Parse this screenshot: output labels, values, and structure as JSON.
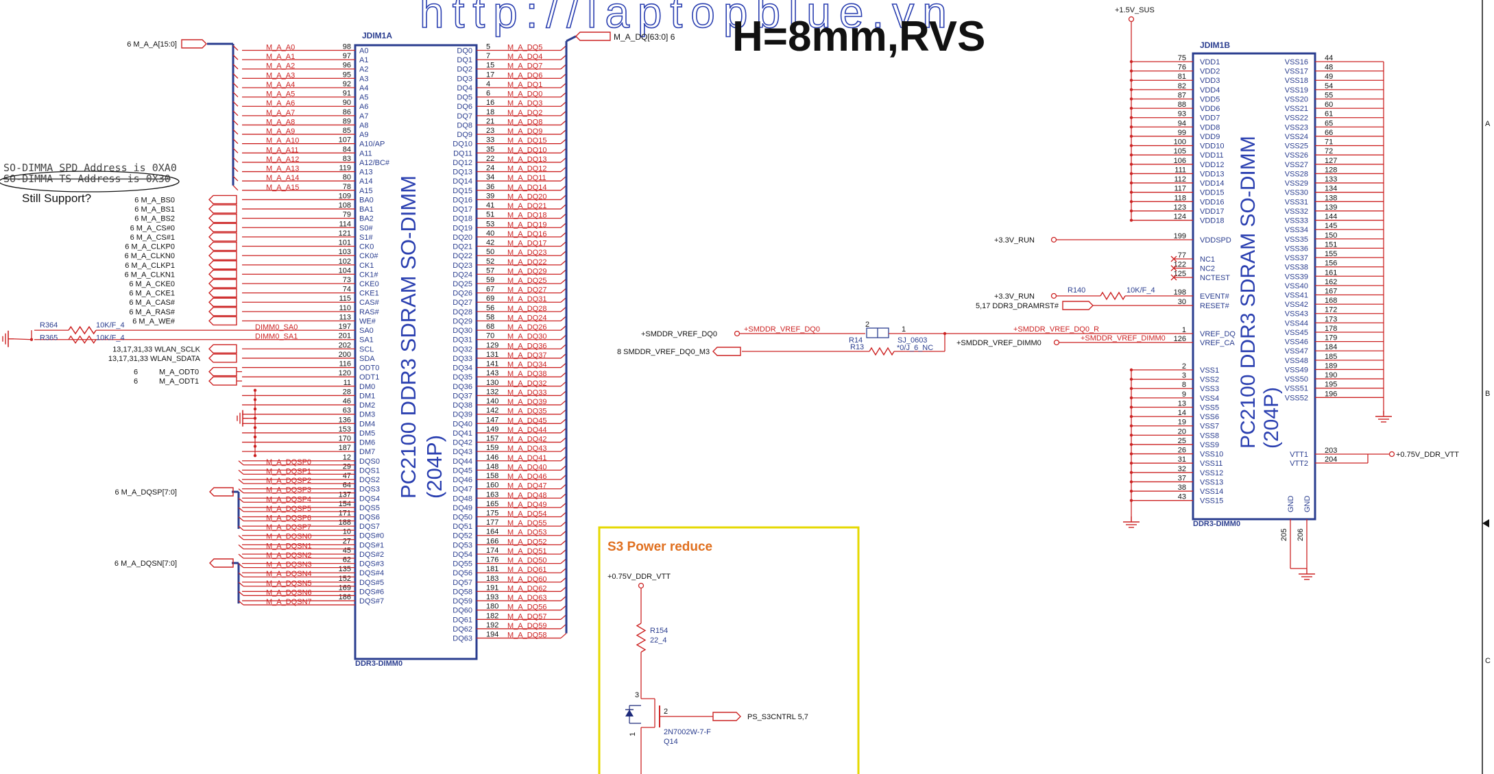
{
  "watermark": "http://laptopblue.vn",
  "heading": "H=8mm,RVS",
  "note": {
    "line1": "SO-DIMMA SPD Address is 0XA0",
    "line2": "SO-DIMMA TS Address is 0X30",
    "question": "Still Support?"
  },
  "colors": {
    "wire": "#cc2222",
    "ic": "#2a3d8f",
    "annotation": "#111111",
    "s3_border": "#e6d800",
    "s3_title": "#e07020"
  },
  "left_ic": {
    "ref": "JDIM1A",
    "footer": "DDR3-DIMM0",
    "title1": "PC2100 DDR3 SDRAM SO-DIMM",
    "title2": "(204P)",
    "addr_bus": "M_A_A[15:0]",
    "addr_bus_ref": "6",
    "dq_bus": "M_A_DQ[63:0]",
    "dq_bus_ref": "6",
    "dqsp_bus": "M_A_DQSP[7:0]",
    "dqsn_bus": "M_A_DQSN[7:0]",
    "left_pins": [
      {
        "pin": "98",
        "name": "A0",
        "net": "M_A_A0"
      },
      {
        "pin": "97",
        "name": "A1",
        "net": "M_A_A1"
      },
      {
        "pin": "96",
        "name": "A2",
        "net": "M_A_A2"
      },
      {
        "pin": "95",
        "name": "A3",
        "net": "M_A_A3"
      },
      {
        "pin": "92",
        "name": "A4",
        "net": "M_A_A4"
      },
      {
        "pin": "91",
        "name": "A5",
        "net": "M_A_A5"
      },
      {
        "pin": "90",
        "name": "A6",
        "net": "M_A_A6"
      },
      {
        "pin": "86",
        "name": "A7",
        "net": "M_A_A7"
      },
      {
        "pin": "89",
        "name": "A8",
        "net": "M_A_A8"
      },
      {
        "pin": "85",
        "name": "A9",
        "net": "M_A_A9"
      },
      {
        "pin": "107",
        "name": "A10/AP",
        "net": "M_A_A10"
      },
      {
        "pin": "84",
        "name": "A11",
        "net": "M_A_A11"
      },
      {
        "pin": "83",
        "name": "A12/BC#",
        "net": "M_A_A12"
      },
      {
        "pin": "119",
        "name": "A13",
        "net": "M_A_A13"
      },
      {
        "pin": "80",
        "name": "A14",
        "net": "M_A_A14"
      },
      {
        "pin": "78",
        "name": "A15",
        "net": "M_A_A15"
      },
      {
        "pin": "109",
        "name": "BA0",
        "net": "M_A_BS0",
        "ref": "6"
      },
      {
        "pin": "108",
        "name": "BA1",
        "net": "M_A_BS1",
        "ref": "6"
      },
      {
        "pin": "79",
        "name": "BA2",
        "net": "M_A_BS2",
        "ref": "6"
      },
      {
        "pin": "114",
        "name": "S0#",
        "net": "M_A_CS#0",
        "ref": "6"
      },
      {
        "pin": "121",
        "name": "S1#",
        "net": "M_A_CS#1",
        "ref": "6"
      },
      {
        "pin": "101",
        "name": "CK0",
        "net": "M_A_CLKP0",
        "ref": "6"
      },
      {
        "pin": "103",
        "name": "CK0#",
        "net": "M_A_CLKN0",
        "ref": "6"
      },
      {
        "pin": "102",
        "name": "CK1",
        "net": "M_A_CLKP1",
        "ref": "6"
      },
      {
        "pin": "104",
        "name": "CK1#",
        "net": "M_A_CLKN1",
        "ref": "6"
      },
      {
        "pin": "73",
        "name": "CKE0",
        "net": "M_A_CKE0",
        "ref": "6"
      },
      {
        "pin": "74",
        "name": "CKE1",
        "net": "M_A_CKE1",
        "ref": "6"
      },
      {
        "pin": "115",
        "name": "CAS#",
        "net": "M_A_CAS#",
        "ref": "6"
      },
      {
        "pin": "110",
        "name": "RAS#",
        "net": "M_A_RAS#",
        "ref": "6"
      },
      {
        "pin": "113",
        "name": "WE#",
        "net": "M_A_WE#",
        "ref": "6"
      },
      {
        "pin": "197",
        "name": "SA0",
        "net": "DIMM0_SA0"
      },
      {
        "pin": "201",
        "name": "SA1",
        "net": "DIMM0_SA1"
      },
      {
        "pin": "202",
        "name": "SCL",
        "net": "WLAN_SCLK",
        "ref": "13,17,31,33"
      },
      {
        "pin": "200",
        "name": "SDA",
        "net": "WLAN_SDATA",
        "ref": "13,17,31,33"
      },
      {
        "pin": "116",
        "name": "ODT0",
        "net": "M_A_ODT0",
        "ref": "6"
      },
      {
        "pin": "120",
        "name": "ODT1",
        "net": "M_A_ODT1",
        "ref": "6"
      },
      {
        "pin": "11",
        "name": "DM0"
      },
      {
        "pin": "28",
        "name": "DM1"
      },
      {
        "pin": "46",
        "name": "DM2"
      },
      {
        "pin": "63",
        "name": "DM3"
      },
      {
        "pin": "136",
        "name": "DM4"
      },
      {
        "pin": "153",
        "name": "DM5"
      },
      {
        "pin": "170",
        "name": "DM6"
      },
      {
        "pin": "187",
        "name": "DM7"
      },
      {
        "pin": "12",
        "name": "DQS0",
        "net": "M_A_DQSP0"
      },
      {
        "pin": "29",
        "name": "DQS1",
        "net": "M_A_DQSP1"
      },
      {
        "pin": "47",
        "name": "DQS2",
        "net": "M_A_DQSP2"
      },
      {
        "pin": "64",
        "name": "DQS3",
        "net": "M_A_DQSP3"
      },
      {
        "pin": "137",
        "name": "DQS4",
        "net": "M_A_DQSP4"
      },
      {
        "pin": "154",
        "name": "DQS5",
        "net": "M_A_DQSP5"
      },
      {
        "pin": "171",
        "name": "DQS6",
        "net": "M_A_DQSP6"
      },
      {
        "pin": "188",
        "name": "DQS7",
        "net": "M_A_DQSP7"
      },
      {
        "pin": "10",
        "name": "DQS#0",
        "net": "M_A_DQSN0"
      },
      {
        "pin": "27",
        "name": "DQS#1",
        "net": "M_A_DQSN1"
      },
      {
        "pin": "45",
        "name": "DQS#2",
        "net": "M_A_DQSN2"
      },
      {
        "pin": "62",
        "name": "DQS#3",
        "net": "M_A_DQSN3"
      },
      {
        "pin": "135",
        "name": "DQS#4",
        "net": "M_A_DQSN4"
      },
      {
        "pin": "152",
        "name": "DQS#5",
        "net": "M_A_DQSN5"
      },
      {
        "pin": "169",
        "name": "DQS#6",
        "net": "M_A_DQSN6"
      },
      {
        "pin": "186",
        "name": "DQS#7",
        "net": "M_A_DQSN7"
      }
    ],
    "right_pins": [
      {
        "pin": "5",
        "name": "DQ0",
        "net": "M_A_DQ5"
      },
      {
        "pin": "7",
        "name": "DQ1",
        "net": "M_A_DQ4"
      },
      {
        "pin": "15",
        "name": "DQ2",
        "net": "M_A_DQ7"
      },
      {
        "pin": "17",
        "name": "DQ3",
        "net": "M_A_DQ6"
      },
      {
        "pin": "4",
        "name": "DQ4",
        "net": "M_A_DQ1"
      },
      {
        "pin": "6",
        "name": "DQ5",
        "net": "M_A_DQ0"
      },
      {
        "pin": "16",
        "name": "DQ6",
        "net": "M_A_DQ3"
      },
      {
        "pin": "18",
        "name": "DQ7",
        "net": "M_A_DQ2"
      },
      {
        "pin": "21",
        "name": "DQ8",
        "net": "M_A_DQ8"
      },
      {
        "pin": "23",
        "name": "DQ9",
        "net": "M_A_DQ9"
      },
      {
        "pin": "33",
        "name": "DQ10",
        "net": "M_A_DQ15"
      },
      {
        "pin": "35",
        "name": "DQ11",
        "net": "M_A_DQ10"
      },
      {
        "pin": "22",
        "name": "DQ12",
        "net": "M_A_DQ13"
      },
      {
        "pin": "24",
        "name": "DQ13",
        "net": "M_A_DQ12"
      },
      {
        "pin": "34",
        "name": "DQ14",
        "net": "M_A_DQ11"
      },
      {
        "pin": "36",
        "name": "DQ15",
        "net": "M_A_DQ14"
      },
      {
        "pin": "39",
        "name": "DQ16",
        "net": "M_A_DQ20"
      },
      {
        "pin": "41",
        "name": "DQ17",
        "net": "M_A_DQ21"
      },
      {
        "pin": "51",
        "name": "DQ18",
        "net": "M_A_DQ18"
      },
      {
        "pin": "53",
        "name": "DQ19",
        "net": "M_A_DQ19"
      },
      {
        "pin": "40",
        "name": "DQ20",
        "net": "M_A_DQ16"
      },
      {
        "pin": "42",
        "name": "DQ21",
        "net": "M_A_DQ17"
      },
      {
        "pin": "50",
        "name": "DQ22",
        "net": "M_A_DQ23"
      },
      {
        "pin": "52",
        "name": "DQ23",
        "net": "M_A_DQ22"
      },
      {
        "pin": "57",
        "name": "DQ24",
        "net": "M_A_DQ29"
      },
      {
        "pin": "59",
        "name": "DQ25",
        "net": "M_A_DQ25"
      },
      {
        "pin": "67",
        "name": "DQ26",
        "net": "M_A_DQ27"
      },
      {
        "pin": "69",
        "name": "DQ27",
        "net": "M_A_DQ31"
      },
      {
        "pin": "56",
        "name": "DQ28",
        "net": "M_A_DQ28"
      },
      {
        "pin": "58",
        "name": "DQ29",
        "net": "M_A_DQ24"
      },
      {
        "pin": "68",
        "name": "DQ30",
        "net": "M_A_DQ26"
      },
      {
        "pin": "70",
        "name": "DQ31",
        "net": "M_A_DQ30"
      },
      {
        "pin": "129",
        "name": "DQ32",
        "net": "M_A_DQ36"
      },
      {
        "pin": "131",
        "name": "DQ33",
        "net": "M_A_DQ37"
      },
      {
        "pin": "141",
        "name": "DQ34",
        "net": "M_A_DQ34"
      },
      {
        "pin": "143",
        "name": "DQ35",
        "net": "M_A_DQ38"
      },
      {
        "pin": "130",
        "name": "DQ36",
        "net": "M_A_DQ32"
      },
      {
        "pin": "132",
        "name": "DQ37",
        "net": "M_A_DQ33"
      },
      {
        "pin": "140",
        "name": "DQ38",
        "net": "M_A_DQ39"
      },
      {
        "pin": "142",
        "name": "DQ39",
        "net": "M_A_DQ35"
      },
      {
        "pin": "147",
        "name": "DQ40",
        "net": "M_A_DQ45"
      },
      {
        "pin": "149",
        "name": "DQ41",
        "net": "M_A_DQ44"
      },
      {
        "pin": "157",
        "name": "DQ42",
        "net": "M_A_DQ42"
      },
      {
        "pin": "159",
        "name": "DQ43",
        "net": "M_A_DQ43"
      },
      {
        "pin": "146",
        "name": "DQ44",
        "net": "M_A_DQ41"
      },
      {
        "pin": "148",
        "name": "DQ45",
        "net": "M_A_DQ40"
      },
      {
        "pin": "158",
        "name": "DQ46",
        "net": "M_A_DQ46"
      },
      {
        "pin": "160",
        "name": "DQ47",
        "net": "M_A_DQ47"
      },
      {
        "pin": "163",
        "name": "DQ48",
        "net": "M_A_DQ48"
      },
      {
        "pin": "165",
        "name": "DQ49",
        "net": "M_A_DQ49"
      },
      {
        "pin": "175",
        "name": "DQ50",
        "net": "M_A_DQ54"
      },
      {
        "pin": "177",
        "name": "DQ51",
        "net": "M_A_DQ55"
      },
      {
        "pin": "164",
        "name": "DQ52",
        "net": "M_A_DQ53"
      },
      {
        "pin": "166",
        "name": "DQ53",
        "net": "M_A_DQ52"
      },
      {
        "pin": "174",
        "name": "DQ54",
        "net": "M_A_DQ51"
      },
      {
        "pin": "176",
        "name": "DQ55",
        "net": "M_A_DQ50"
      },
      {
        "pin": "181",
        "name": "DQ56",
        "net": "M_A_DQ61"
      },
      {
        "pin": "183",
        "name": "DQ57",
        "net": "M_A_DQ60"
      },
      {
        "pin": "191",
        "name": "DQ58",
        "net": "M_A_DQ62"
      },
      {
        "pin": "193",
        "name": "DQ59",
        "net": "M_A_DQ63"
      },
      {
        "pin": "180",
        "name": "DQ60",
        "net": "M_A_DQ56"
      },
      {
        "pin": "182",
        "name": "DQ61",
        "net": "M_A_DQ57"
      },
      {
        "pin": "192",
        "name": "DQ62",
        "net": "M_A_DQ59"
      },
      {
        "pin": "194",
        "name": "DQ63",
        "net": "M_A_DQ58"
      }
    ],
    "resistors": [
      {
        "ref": "R364",
        "value": "10K/F_4"
      },
      {
        "ref": "R365",
        "value": "10K/F_4"
      }
    ]
  },
  "right_ic": {
    "ref": "JDIM1B",
    "footer": "DDR3-DIMM0",
    "title1": "PC2100 DDR3 SDRAM SO-DIMM",
    "title2": "(204P)",
    "power_net": "+1.5V_SUS",
    "vdd": [
      {
        "pin": "75",
        "name": "VDD1"
      },
      {
        "pin": "76",
        "name": "VDD2"
      },
      {
        "pin": "81",
        "name": "VDD3"
      },
      {
        "pin": "82",
        "name": "VDD4"
      },
      {
        "pin": "87",
        "name": "VDD5"
      },
      {
        "pin": "88",
        "name": "VDD6"
      },
      {
        "pin": "93",
        "name": "VDD7"
      },
      {
        "pin": "94",
        "name": "VDD8"
      },
      {
        "pin": "99",
        "name": "VDD9"
      },
      {
        "pin": "100",
        "name": "VDD10"
      },
      {
        "pin": "105",
        "name": "VDD11"
      },
      {
        "pin": "106",
        "name": "VDD12"
      },
      {
        "pin": "111",
        "name": "VDD13"
      },
      {
        "pin": "112",
        "name": "VDD14"
      },
      {
        "pin": "117",
        "name": "VDD15"
      },
      {
        "pin": "118",
        "name": "VDD16"
      },
      {
        "pin": "123",
        "name": "VDD17"
      },
      {
        "pin": "124",
        "name": "VDD18"
      }
    ],
    "vddspd": {
      "pin": "199",
      "name": "VDDSPD",
      "net": "+3.3V_RUN"
    },
    "nc": [
      {
        "pin": "77",
        "name": "NC1"
      },
      {
        "pin": "122",
        "name": "NC2"
      },
      {
        "pin": "125",
        "name": "NCTEST"
      }
    ],
    "event": {
      "pin": "198",
      "name": "EVENT#",
      "net": "+3.3V_RUN",
      "res": "R140",
      "value": "10K/F_4"
    },
    "reset": {
      "pin": "30",
      "name": "RESET#",
      "net": "DDR3_DRAMRST#",
      "ref": "5,17"
    },
    "vref_dq": {
      "pin": "1",
      "name": "VREF_DQ",
      "net": "+SMDDR_VREF_DQ0_R"
    },
    "vref_ca": {
      "pin": "126",
      "name": "VREF_CA",
      "net": "+SMDDR_VREF_DIMM0"
    },
    "vss_left": [
      {
        "pin": "2",
        "name": "VSS1"
      },
      {
        "pin": "3",
        "name": "VSS2"
      },
      {
        "pin": "8",
        "name": "VSS3"
      },
      {
        "pin": "9",
        "name": "VSS4"
      },
      {
        "pin": "13",
        "name": "VSS5"
      },
      {
        "pin": "14",
        "name": "VSS6"
      },
      {
        "pin": "19",
        "name": "VSS7"
      },
      {
        "pin": "20",
        "name": "VSS8"
      },
      {
        "pin": "25",
        "name": "VSS9"
      },
      {
        "pin": "26",
        "name": "VSS10"
      },
      {
        "pin": "31",
        "name": "VSS11"
      },
      {
        "pin": "32",
        "name": "VSS12"
      },
      {
        "pin": "37",
        "name": "VSS13"
      },
      {
        "pin": "38",
        "name": "VSS14"
      },
      {
        "pin": "43",
        "name": "VSS15"
      }
    ],
    "vss_right": [
      {
        "pin": "44",
        "name": "VSS16"
      },
      {
        "pin": "48",
        "name": "VSS17"
      },
      {
        "pin": "49",
        "name": "VSS18"
      },
      {
        "pin": "54",
        "name": "VSS19"
      },
      {
        "pin": "55",
        "name": "VSS20"
      },
      {
        "pin": "60",
        "name": "VSS21"
      },
      {
        "pin": "61",
        "name": "VSS22"
      },
      {
        "pin": "65",
        "name": "VSS23"
      },
      {
        "pin": "66",
        "name": "VSS24"
      },
      {
        "pin": "71",
        "name": "VSS25"
      },
      {
        "pin": "72",
        "name": "VSS26"
      },
      {
        "pin": "127",
        "name": "VSS27"
      },
      {
        "pin": "128",
        "name": "VSS28"
      },
      {
        "pin": "133",
        "name": "VSS29"
      },
      {
        "pin": "134",
        "name": "VSS30"
      },
      {
        "pin": "138",
        "name": "VSS31"
      },
      {
        "pin": "139",
        "name": "VSS32"
      },
      {
        "pin": "144",
        "name": "VSS33"
      },
      {
        "pin": "145",
        "name": "VSS34"
      },
      {
        "pin": "150",
        "name": "VSS35"
      },
      {
        "pin": "151",
        "name": "VSS36"
      },
      {
        "pin": "155",
        "name": "VSS37"
      },
      {
        "pin": "156",
        "name": "VSS38"
      },
      {
        "pin": "161",
        "name": "VSS39"
      },
      {
        "pin": "162",
        "name": "VSS40"
      },
      {
        "pin": "167",
        "name": "VSS41"
      },
      {
        "pin": "168",
        "name": "VSS42"
      },
      {
        "pin": "172",
        "name": "VSS43"
      },
      {
        "pin": "173",
        "name": "VSS44"
      },
      {
        "pin": "178",
        "name": "VSS45"
      },
      {
        "pin": "179",
        "name": "VSS46"
      },
      {
        "pin": "184",
        "name": "VSS47"
      },
      {
        "pin": "185",
        "name": "VSS48"
      },
      {
        "pin": "189",
        "name": "VSS49"
      },
      {
        "pin": "190",
        "name": "VSS50"
      },
      {
        "pin": "195",
        "name": "VSS51"
      },
      {
        "pin": "196",
        "name": "VSS52"
      }
    ],
    "vtt": [
      {
        "pin": "203",
        "name": "VTT1"
      },
      {
        "pin": "204",
        "name": "VTT2"
      }
    ],
    "vtt_net": "+0.75V_DDR_VTT",
    "gnd": [
      {
        "pin": "205",
        "name": "GND"
      },
      {
        "pin": "206",
        "name": "GND"
      }
    ]
  },
  "vref": {
    "dq0": "+SMDDR_VREF_DQ0",
    "dq0_dup": "+SMDDR_VREF_DQ0",
    "dimm0": "+SMDDR_VREF_DIMM0",
    "m3": "SMDDR_VREF_DQ0_M3",
    "m3_ref": "8",
    "r14": "R14",
    "r13": "R13",
    "r13_value": "*0/J_6_NC",
    "sj": "SJ_0603",
    "sj_pin1": "1",
    "sj_pin2": "2"
  },
  "s3": {
    "title": "S3 Power reduce",
    "net": "+0.75V_DDR_VTT",
    "res_ref": "R154",
    "res_value": "22_4",
    "fet_ref": "Q14",
    "fet_part": "2N7002W-7-F",
    "signal": "PS_S3CNTRL",
    "signal_ref": "5,7",
    "pin1": "1",
    "pin2": "2",
    "pin3": "3"
  },
  "border_letters": [
    "A",
    "B",
    "C"
  ]
}
